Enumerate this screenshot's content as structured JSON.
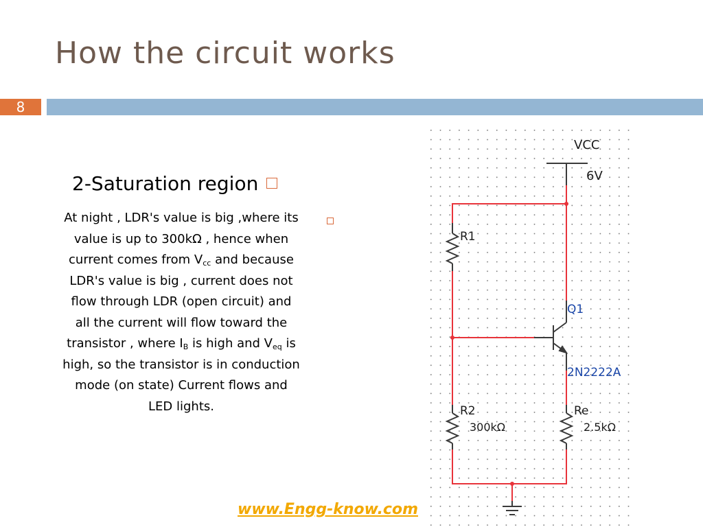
{
  "slide": {
    "title": "How the circuit works",
    "number": "8"
  },
  "content": {
    "heading": "2-Saturation region",
    "body": {
      "l1": "At night , LDR's value is big ,where its",
      "l2": "value is up to 300kΩ , hence when",
      "l3a": "current comes from V",
      "l3sub": "cc",
      "l3b": " and because",
      "l4": "LDR's value is big , current does not",
      "l5": "flow through LDR (open circuit) and",
      "l6": "all the current will flow toward the",
      "l7a": "transistor , where I",
      "l7sub1": "B",
      "l7b": " is high and V",
      "l7sub2": "eq",
      "l7c": " is",
      "l8": "high, so the transistor  is in conduction",
      "l9": "mode (on state) Current flows and",
      "l10": "LED lights."
    }
  },
  "circuit": {
    "vcc_label": "VCC",
    "vcc_value": "6V",
    "r1_label": "R1",
    "q1_label": "Q1",
    "q1_part": "2N2222A",
    "r2_label": "R2",
    "r2_value": "300kΩ",
    "re_label": "Re",
    "re_value": "2.5kΩ"
  },
  "footer": {
    "watermark": "www.Engg-know.com"
  },
  "colors": {
    "title": "#6e5a4e",
    "accent_orange": "#e0743a",
    "accent_blue": "#94b6d3",
    "wire": "#e8333a",
    "component": "#3a3a3a",
    "component_label": "#1a46a8",
    "watermark": "#f2a800"
  }
}
